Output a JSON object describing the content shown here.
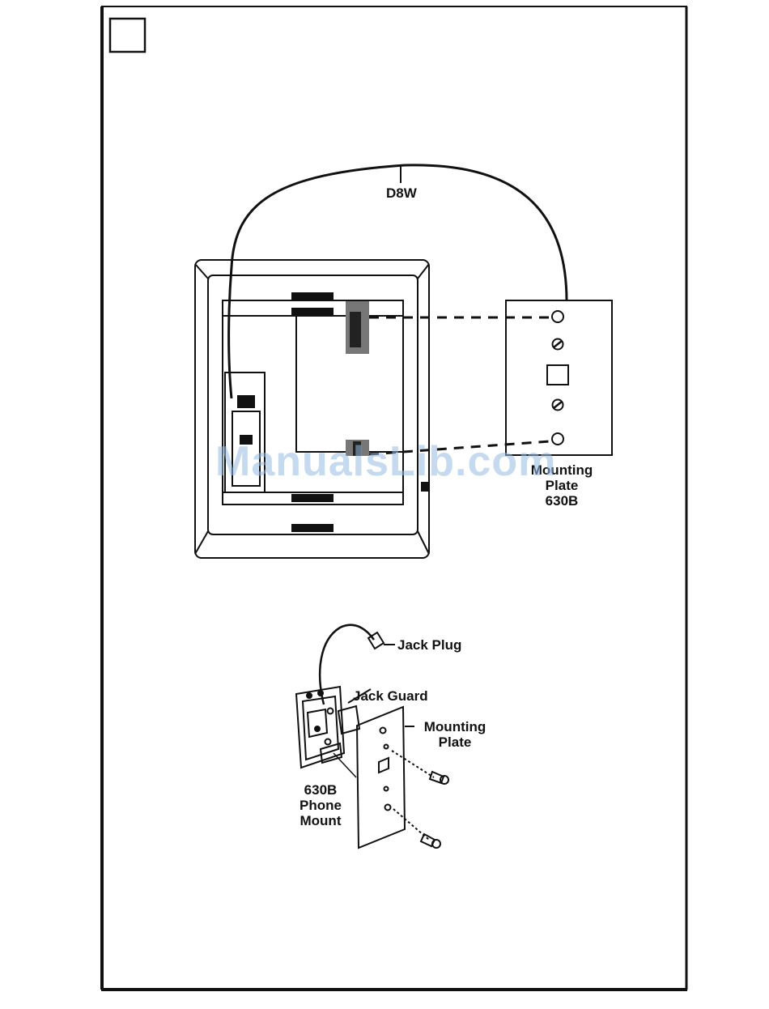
{
  "figure_top": {
    "cord_label": "D8W",
    "plate_label": [
      "Mounting",
      "Plate",
      "630B"
    ]
  },
  "figure_bottom": {
    "jack_plug_label": "Jack Plug",
    "jack_guard_label": "Jack Guard",
    "mounting_plate_label": [
      "Mounting",
      "Plate"
    ],
    "phone_mount_label": [
      "630B",
      "Phone",
      "Mount"
    ]
  },
  "watermark": "ManualsLib.com",
  "colors": {
    "ink": "#111111",
    "watermark": "#96b9e1"
  }
}
